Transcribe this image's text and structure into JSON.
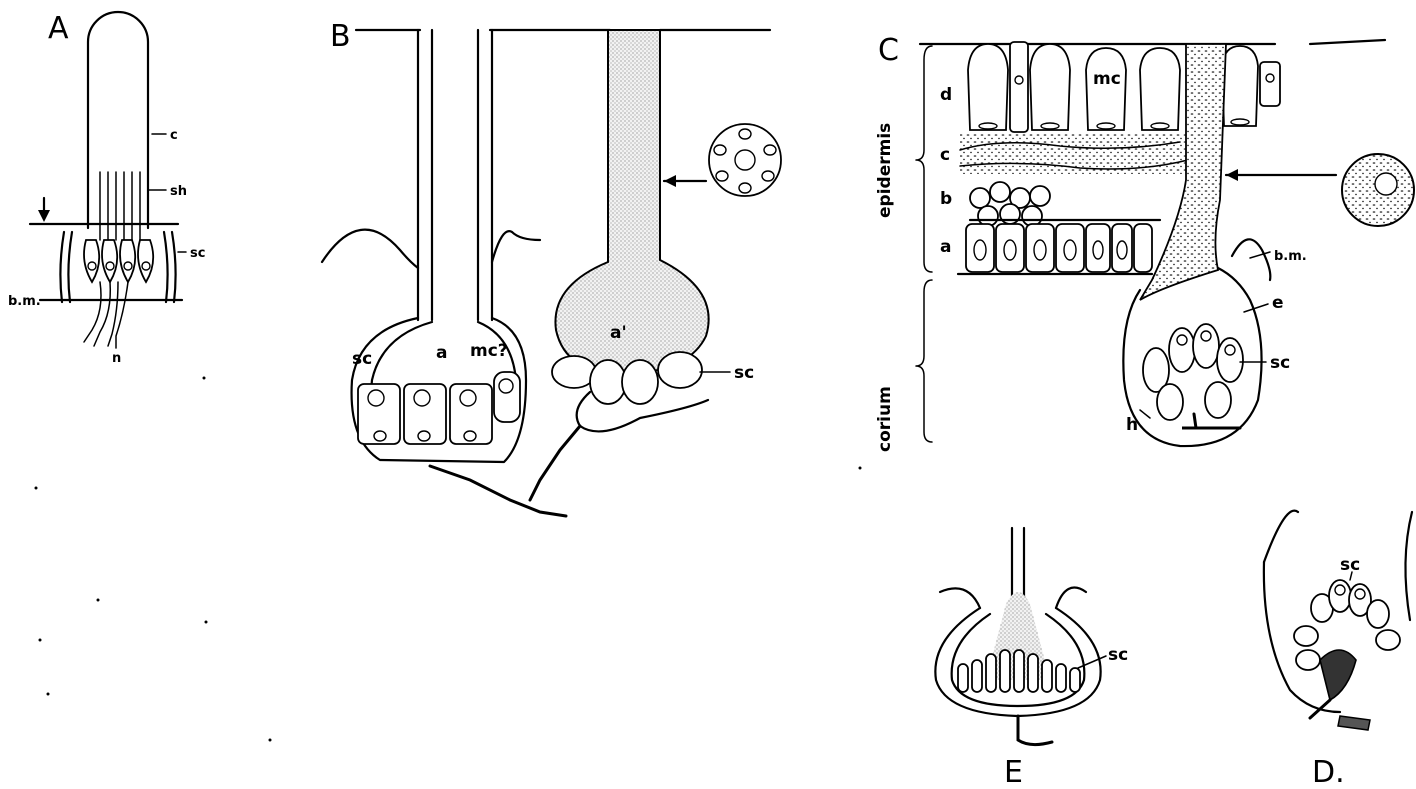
{
  "panels": {
    "A": {
      "letter": "A",
      "labels": {
        "c": "c",
        "sh": "sh",
        "sc": "sc",
        "bm": "b.m.",
        "n": "n"
      }
    },
    "B": {
      "letter": "B",
      "labels": {
        "a": "a",
        "a_prime": "a'",
        "sc_left": "sc",
        "mc": "mc?",
        "sc_right": "sc"
      }
    },
    "C": {
      "letter": "C",
      "layers": {
        "d": "d",
        "c": "c",
        "b": "b",
        "a": "a"
      },
      "regions": {
        "epidermis": "epidermis",
        "corium": "corium"
      },
      "labels": {
        "mc": "mc",
        "bm": "b.m.",
        "e": "e",
        "sc": "sc",
        "h": "h"
      }
    },
    "D": {
      "letter": "D.",
      "labels": {
        "sc": "sc"
      }
    },
    "E": {
      "letter": "E",
      "labels": {
        "sc": "sc"
      }
    }
  }
}
